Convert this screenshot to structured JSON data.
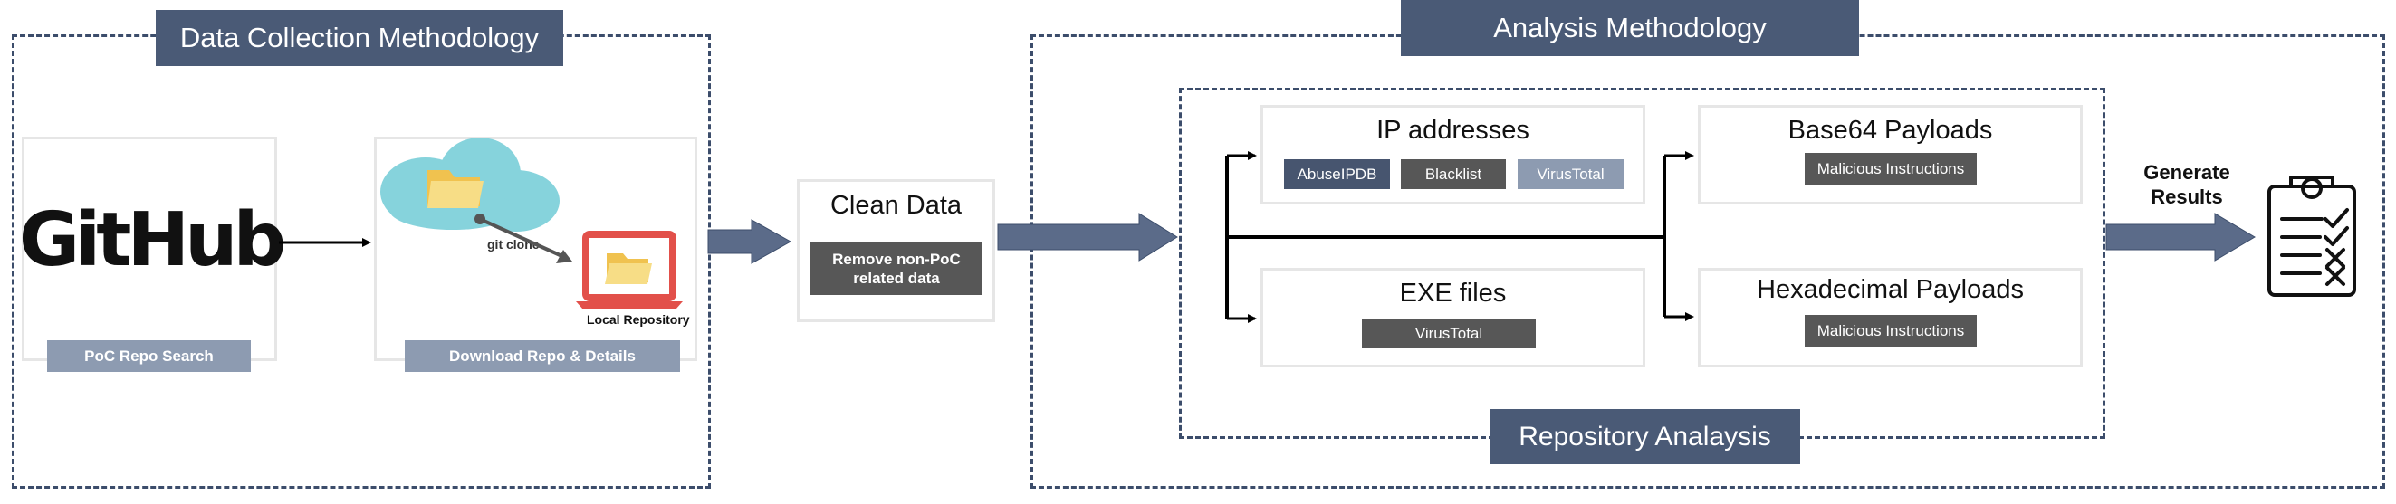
{
  "data_collection": {
    "title": "Data Collection Methodology",
    "github_logo": "GitHub",
    "poc_search_label": "PoC Repo Search",
    "git_clone_label": "git clone",
    "local_repo_label": "Local Repository",
    "download_label": "Download Repo & Details"
  },
  "clean_data": {
    "title": "Clean Data",
    "remove_label": "Remove non-PoC related data"
  },
  "analysis": {
    "title": "Analysis Methodology",
    "repo_analysis_label": "Repository Analaysis",
    "ip": {
      "title": "IP addresses",
      "chips": [
        "AbuseIPDB",
        "Blacklist",
        "VirusTotal"
      ]
    },
    "exe": {
      "title": "EXE files",
      "chips": [
        "VirusTotal"
      ]
    },
    "base64": {
      "title": "Base64 Payloads",
      "chips": [
        "Malicious Instructions"
      ]
    },
    "hex": {
      "title": "Hexadecimal Payloads",
      "chips": [
        "Malicious Instructions"
      ]
    },
    "generate_label": "Generate Results"
  },
  "colors": {
    "dash_border": "#3c4d6b",
    "title_bg": "#4a5a76",
    "gray_label": "#8d9bb1",
    "dark_chip": "#575757",
    "navy_chip": "#47556f",
    "arrow_fill": "#5b6b89",
    "cloud": "#86d3dc",
    "laptop": "#e2504a",
    "folder": "#f3d36c"
  },
  "icons": [
    "github-logo",
    "cloud-icon",
    "folder-icon",
    "laptop-icon",
    "clipboard-checklist-icon"
  ]
}
